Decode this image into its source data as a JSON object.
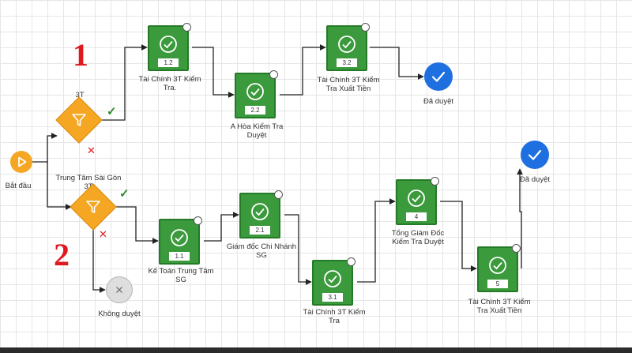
{
  "markers": {
    "one": "1",
    "two": "2"
  },
  "gateway_top": {
    "label": "3T"
  },
  "gateway_bottom": {
    "label": "Trung Tâm Sài Gòn\n3T"
  },
  "start": {
    "label": "Bắt đầu"
  },
  "branch_top": {
    "task_1": {
      "num": "1.2",
      "label": "Tài Chính 3T Kiểm\nTra."
    },
    "task_2": {
      "num": "2.2",
      "label": "A Hòa Kiểm Tra\nDuyệt"
    },
    "task_3": {
      "num": "3.2",
      "label": "Tài Chính 3T Kiểm\nTra Xuất Tiền"
    },
    "end_label": "Đã duyệt"
  },
  "branch_bottom": {
    "task_1": {
      "num": "1.1",
      "label": "Kế Toán Trung Tâm\nSG"
    },
    "task_2": {
      "num": "2.1",
      "label": "Giám đốc Chi Nhánh\nSG"
    },
    "task_3": {
      "num": "3.1",
      "label": "Tài Chính 3T Kiểm\nTra"
    },
    "task_4": {
      "num": "4",
      "label": "Tổng Giám Đốc\nKiểm Tra Duyệt"
    },
    "task_5": {
      "num": "5",
      "label": "Tài Chính 3T Kiểm\nTra Xuất Tiền"
    },
    "end_label": "Đã duyệt",
    "reject_label": "Không duyệt"
  },
  "colors": {
    "task_green": "#3a9a3c",
    "gateway_orange": "#f5a623",
    "end_blue": "#1e6fe0",
    "marker_red": "#e0191f",
    "yes_green": "#2e8b2e"
  },
  "icons": {
    "start": "play-icon",
    "gateway": "funnel-icon",
    "task": "check-circle-icon",
    "end": "check-icon",
    "reject": "x-icon"
  }
}
